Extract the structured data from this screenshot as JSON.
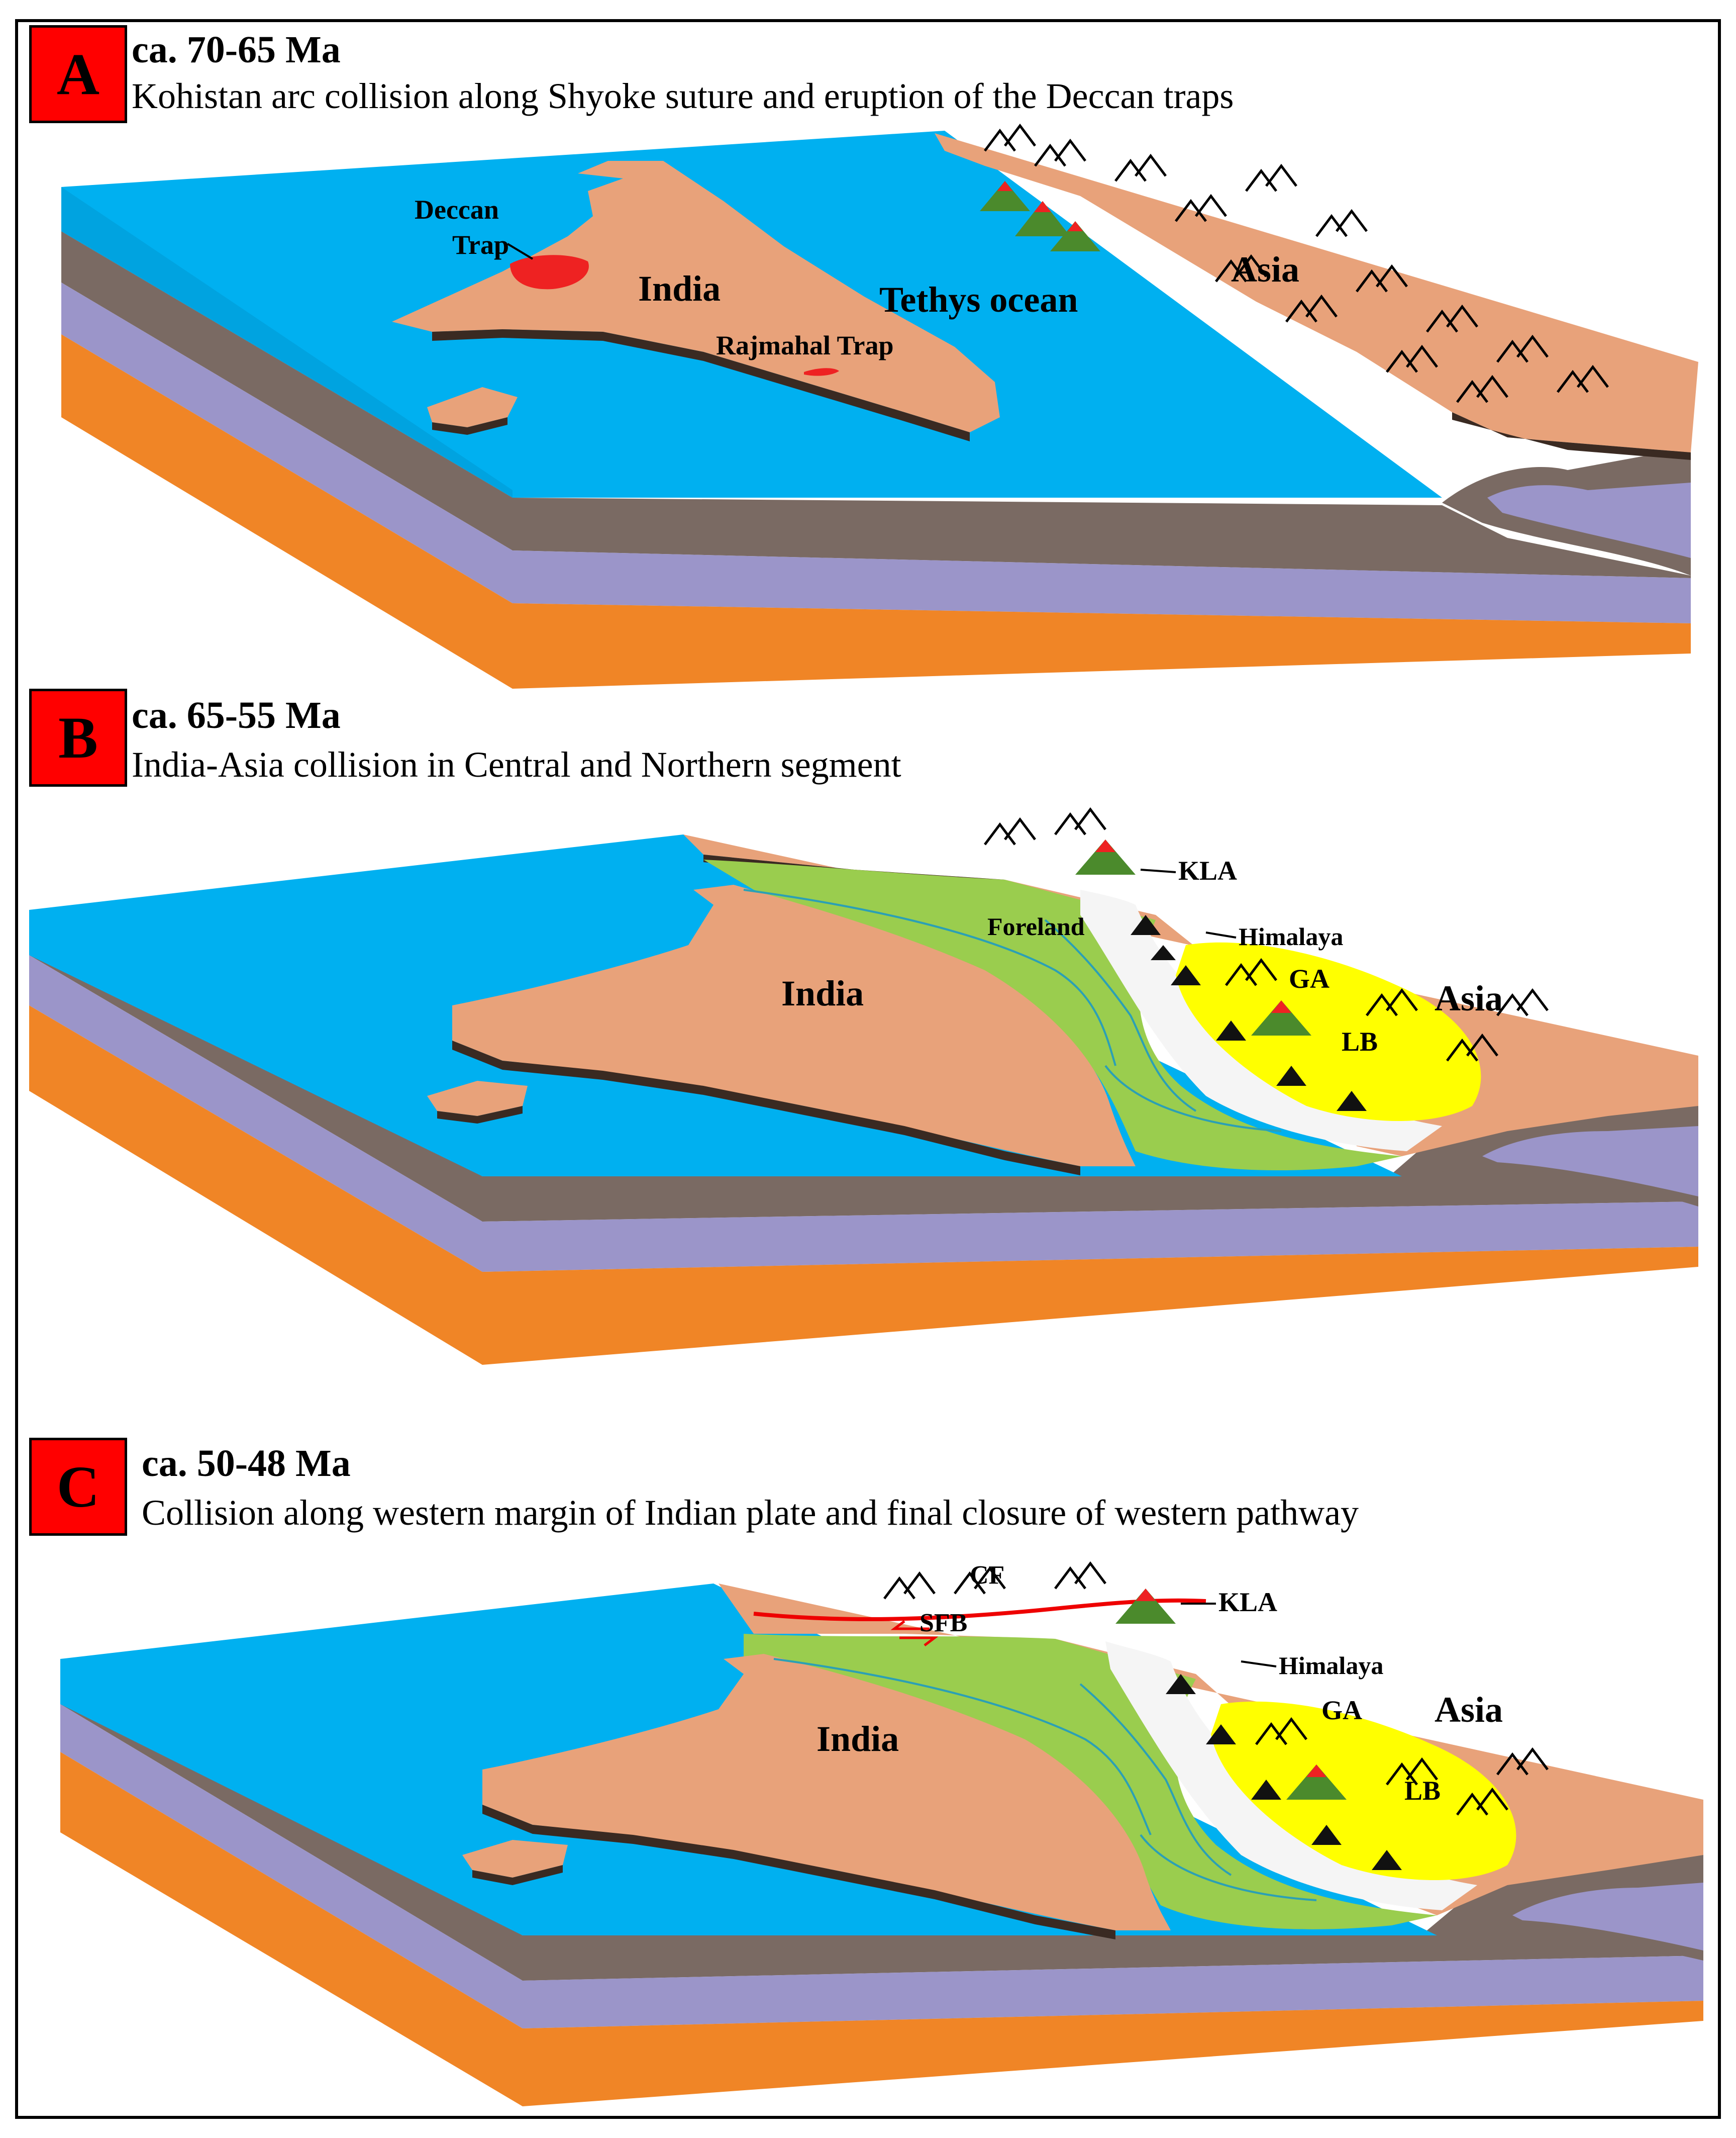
{
  "panels": [
    {
      "letter": "A",
      "age": "ca. 70-65 Ma",
      "description": "Kohistan arc collision along Shyoke suture and eruption of the Deccan traps",
      "labels": {
        "deccan_line1": "Deccan",
        "deccan_line2": "Trap",
        "india": "India",
        "tethys": "Tethys ocean",
        "rajmahal": "Rajmahal Trap",
        "asia": "Asia"
      }
    },
    {
      "letter": "B",
      "age": "ca. 65-55 Ma",
      "description": "India-Asia collision in Central and Northern segment",
      "labels": {
        "kla": "KLA",
        "foreland": "Foreland",
        "himalaya": "Himalaya",
        "ga": "GA",
        "asia": "Asia",
        "india": "India",
        "lb": "LB"
      }
    },
    {
      "letter": "C",
      "age": "ca. 50-48 Ma",
      "description": "Collision along western margin of Indian plate and final closure of western pathway",
      "labels": {
        "cf": "CF",
        "sfb": "SFB",
        "kla": "KLA",
        "himalaya": "Himalaya",
        "ga": "GA",
        "asia": "Asia",
        "india": "India",
        "lb": "LB"
      }
    }
  ],
  "colors": {
    "ocean": "#00b0f0",
    "land": "#e8a27a",
    "crust_brown": "#7a6a63",
    "lavender": "#9b95c9",
    "mantle_orange": "#f08526",
    "trap_red": "#ee2222",
    "foreland_green": "#9acd4e",
    "basin_yellow": "#ffff00",
    "badge_red": "#ff0000"
  }
}
